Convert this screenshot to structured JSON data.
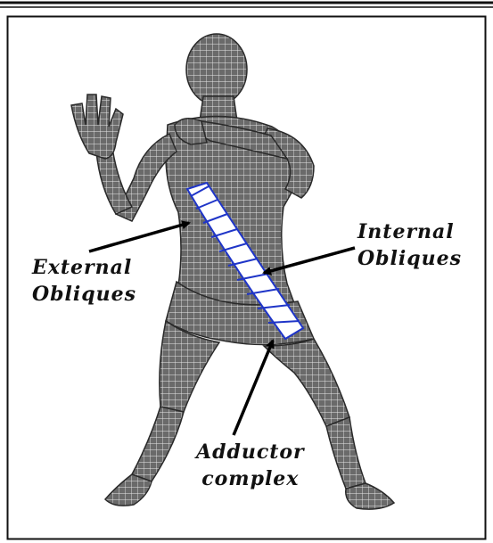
{
  "labels": {
    "external": {
      "line1": "External",
      "line2": "Obliques"
    },
    "internal": {
      "line1": "Internal",
      "line2": "Obliques"
    },
    "adductor": {
      "line1": "Adductor",
      "line2": "complex"
    }
  },
  "colors": {
    "frame": "#111111",
    "wireframe": "#2a2a2a",
    "body_fill": "#5c5c5c",
    "muscle_outline": "#1f35c8",
    "muscle_fill": "#ffffff",
    "arrow": "#000000"
  }
}
